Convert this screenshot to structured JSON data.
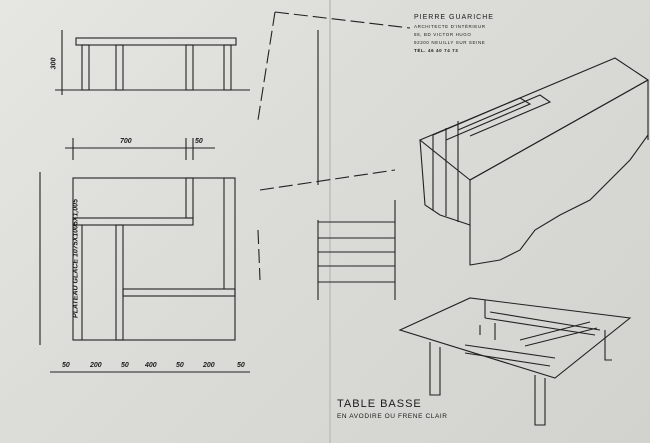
{
  "header": {
    "architect_name": "PIERRE GUARICHE",
    "architect_title": "ARCHITECTE D'INTÉRIEUR",
    "address_street": "88, BD VICTOR HUGO",
    "address_city": "92200 NEUILLY SUR SEINE",
    "phone": "TÉL. 46 40 74 73"
  },
  "drawing": {
    "title": "TABLE BASSE",
    "subtitle": "EN AVODIRE OU FRENE CLAIR",
    "plate_label": "PLATEAU GLACE 1075X1005X1,005",
    "dims": {
      "height": "300",
      "top_width": "700",
      "top_leg": "50",
      "bottom": [
        "50",
        "200",
        "50",
        "400",
        "50",
        "200",
        "50"
      ]
    }
  }
}
